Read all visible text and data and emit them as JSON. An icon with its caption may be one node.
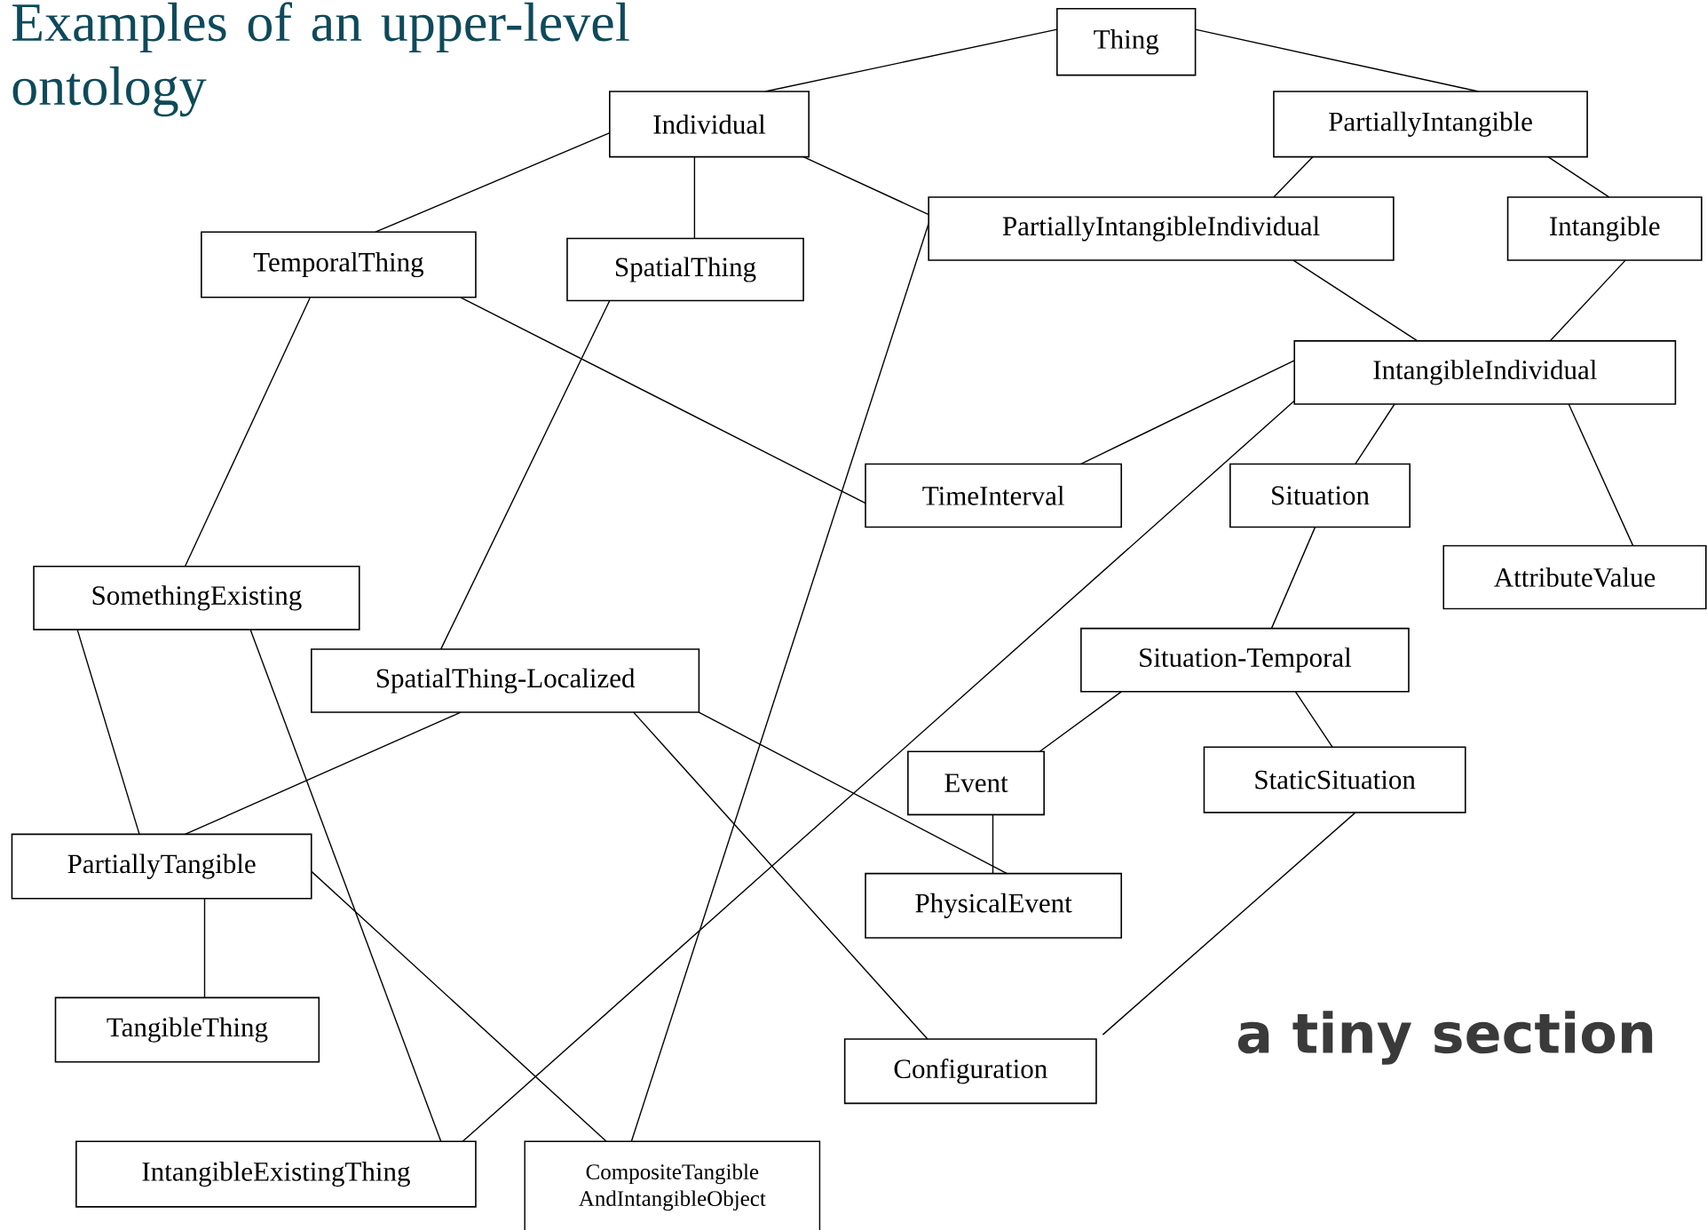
{
  "diagram": {
    "title": "Examples of an upper-level ontology",
    "nodes": [
      {
        "text": [
          "Thing"
        ]
      },
      {
        "text": [
          "Individual"
        ]
      },
      {
        "text": [
          "PartiallyIntangible"
        ]
      },
      {
        "text": [
          "TemporalThing"
        ]
      },
      {
        "text": [
          "SpatialThing"
        ]
      },
      {
        "text": [
          "PartiallyIntangibleIndividual"
        ]
      },
      {
        "text": [
          "Intangible"
        ]
      },
      {
        "text": [
          "IntangibleIndividual"
        ]
      },
      {
        "text": [
          "TimeInterval"
        ]
      },
      {
        "text": [
          "Situation"
        ]
      },
      {
        "text": [
          "AttributeValue"
        ]
      },
      {
        "text": [
          "SomethingExisting"
        ]
      },
      {
        "text": [
          "SpatialThing-Localized"
        ]
      },
      {
        "text": [
          "Situation-Temporal"
        ]
      },
      {
        "text": [
          "Event"
        ]
      },
      {
        "text": [
          "StaticSituation"
        ]
      },
      {
        "text": [
          "PartiallyTangible"
        ]
      },
      {
        "text": [
          "PhysicalEvent"
        ]
      },
      {
        "text": [
          "TangibleThing"
        ]
      },
      {
        "text": [
          "Configuration"
        ]
      },
      {
        "text": [
          "IntangibleExistingThing"
        ]
      },
      {
        "text": [
          "CompositeTangible AndIntangibleObject"
        ]
      }
    ],
    "edges": [
      {
        "from": 0,
        "to": 1,
        "arrow": "none"
      },
      {
        "from": 0,
        "to": 2,
        "arrow": "none"
      },
      {
        "from": 1,
        "to": 3,
        "arrow": "none"
      },
      {
        "from": 1,
        "to": 4,
        "arrow": "none"
      },
      {
        "from": 1,
        "to": 5,
        "arrow": "none"
      },
      {
        "from": 2,
        "to": 5,
        "arrow": "none"
      },
      {
        "from": 2,
        "to": 6,
        "arrow": "none"
      },
      {
        "from": 5,
        "to": 7,
        "arrow": "none"
      },
      {
        "from": 6,
        "to": 7,
        "arrow": "none"
      },
      {
        "from": 3,
        "to": 8,
        "arrow": "none"
      },
      {
        "from": 3,
        "to": 11,
        "arrow": "none"
      },
      {
        "from": 4,
        "to": 12,
        "arrow": "none"
      },
      {
        "from": 7,
        "to": 8,
        "arrow": "none"
      },
      {
        "from": 7,
        "to": 9,
        "arrow": "none"
      },
      {
        "from": 7,
        "to": 10,
        "arrow": "none"
      },
      {
        "from": 7,
        "to": 20,
        "arrow": "none"
      },
      {
        "from": 9,
        "to": 13,
        "arrow": "none"
      },
      {
        "from": 13,
        "to": 14,
        "arrow": "none"
      },
      {
        "from": 13,
        "to": 15,
        "arrow": "none"
      },
      {
        "from": 14,
        "to": 17,
        "arrow": "none"
      },
      {
        "from": 12,
        "to": 17,
        "arrow": "none"
      },
      {
        "from": 12,
        "to": 19,
        "arrow": "none"
      },
      {
        "from": 12,
        "to": 16,
        "arrow": "none"
      },
      {
        "from": 15,
        "to": 19,
        "arrow": "none"
      },
      {
        "from": 11,
        "to": 16,
        "arrow": "none"
      },
      {
        "from": 11,
        "to": 20,
        "arrow": "none"
      },
      {
        "from": 16,
        "to": 18,
        "arrow": "none"
      },
      {
        "from": 16,
        "to": 21,
        "arrow": "none"
      },
      {
        "from": 5,
        "to": 21,
        "arrow": "none"
      }
    ],
    "labels": [
      "a tiny section"
    ]
  }
}
